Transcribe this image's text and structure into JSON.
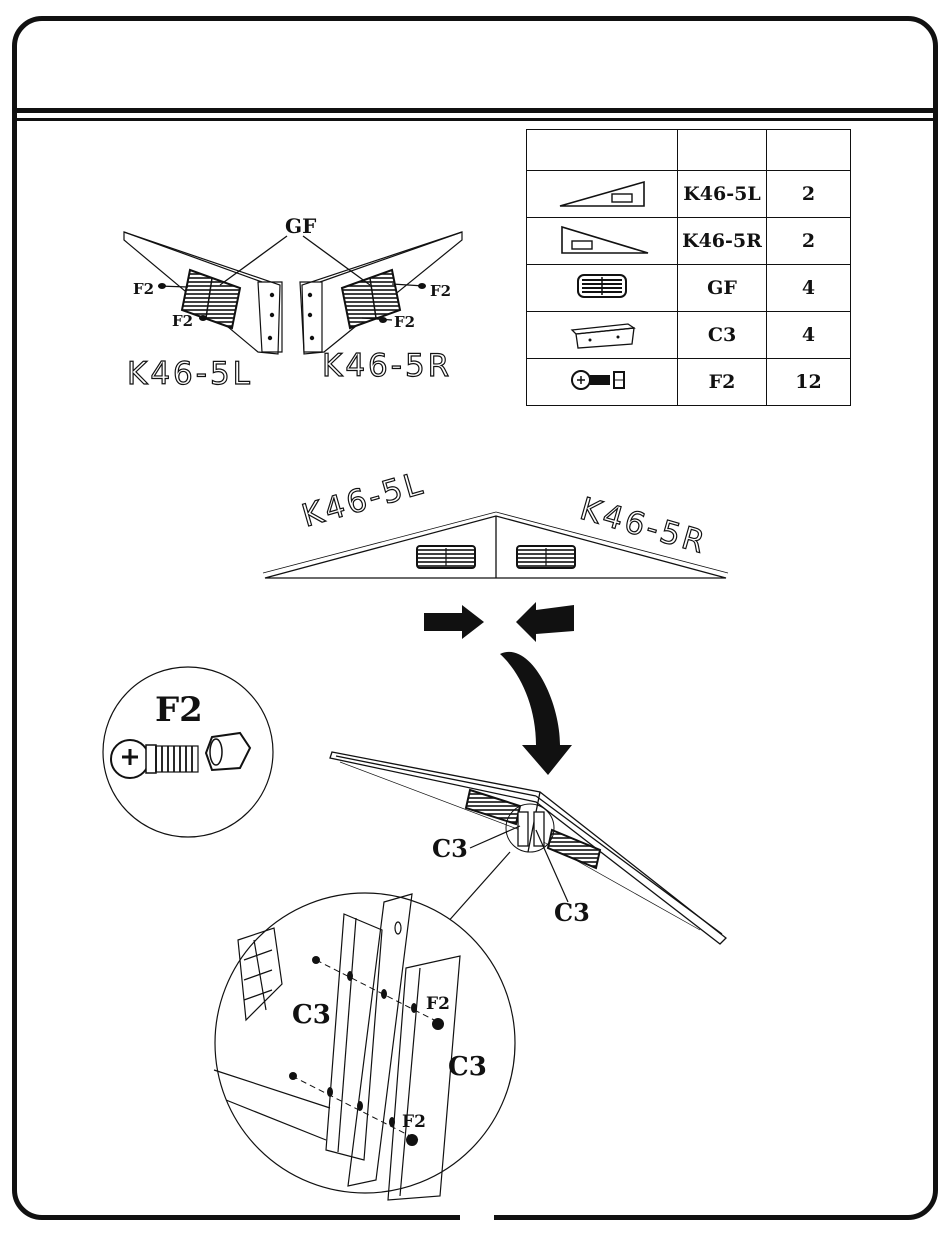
{
  "header": {
    "title": ""
  },
  "parts_table": {
    "headers": [
      "",
      "",
      ""
    ],
    "rows": [
      {
        "icon": "left-panel-icon",
        "code": "K46-5L",
        "qty": "2"
      },
      {
        "icon": "right-panel-icon",
        "code": "K46-5R",
        "qty": "2"
      },
      {
        "icon": "vent-grille-icon",
        "code": "GF",
        "qty": "4"
      },
      {
        "icon": "angle-bracket-icon",
        "code": "C3",
        "qty": "4"
      },
      {
        "icon": "bolt-nut-icon",
        "code": "F2",
        "qty": "12"
      }
    ]
  },
  "step1": {
    "callout_gf": "GF",
    "callout_f2_a": "F2",
    "callout_f2_b": "F2",
    "callout_f2_c": "F2",
    "callout_f2_d": "F2",
    "left_label": "K46-5L",
    "right_label": "K46-5R"
  },
  "step2": {
    "left_label": "K46-5L",
    "right_label": "K46-5R"
  },
  "step3": {
    "f2_label": "F2",
    "c3_left": "C3",
    "c3_right": "C3",
    "detail_c3_a": "C3",
    "detail_c3_b": "C3",
    "detail_f2_a": "F2",
    "detail_f2_b": "F2"
  },
  "colors": {
    "line": "#111111",
    "background": "#ffffff"
  }
}
